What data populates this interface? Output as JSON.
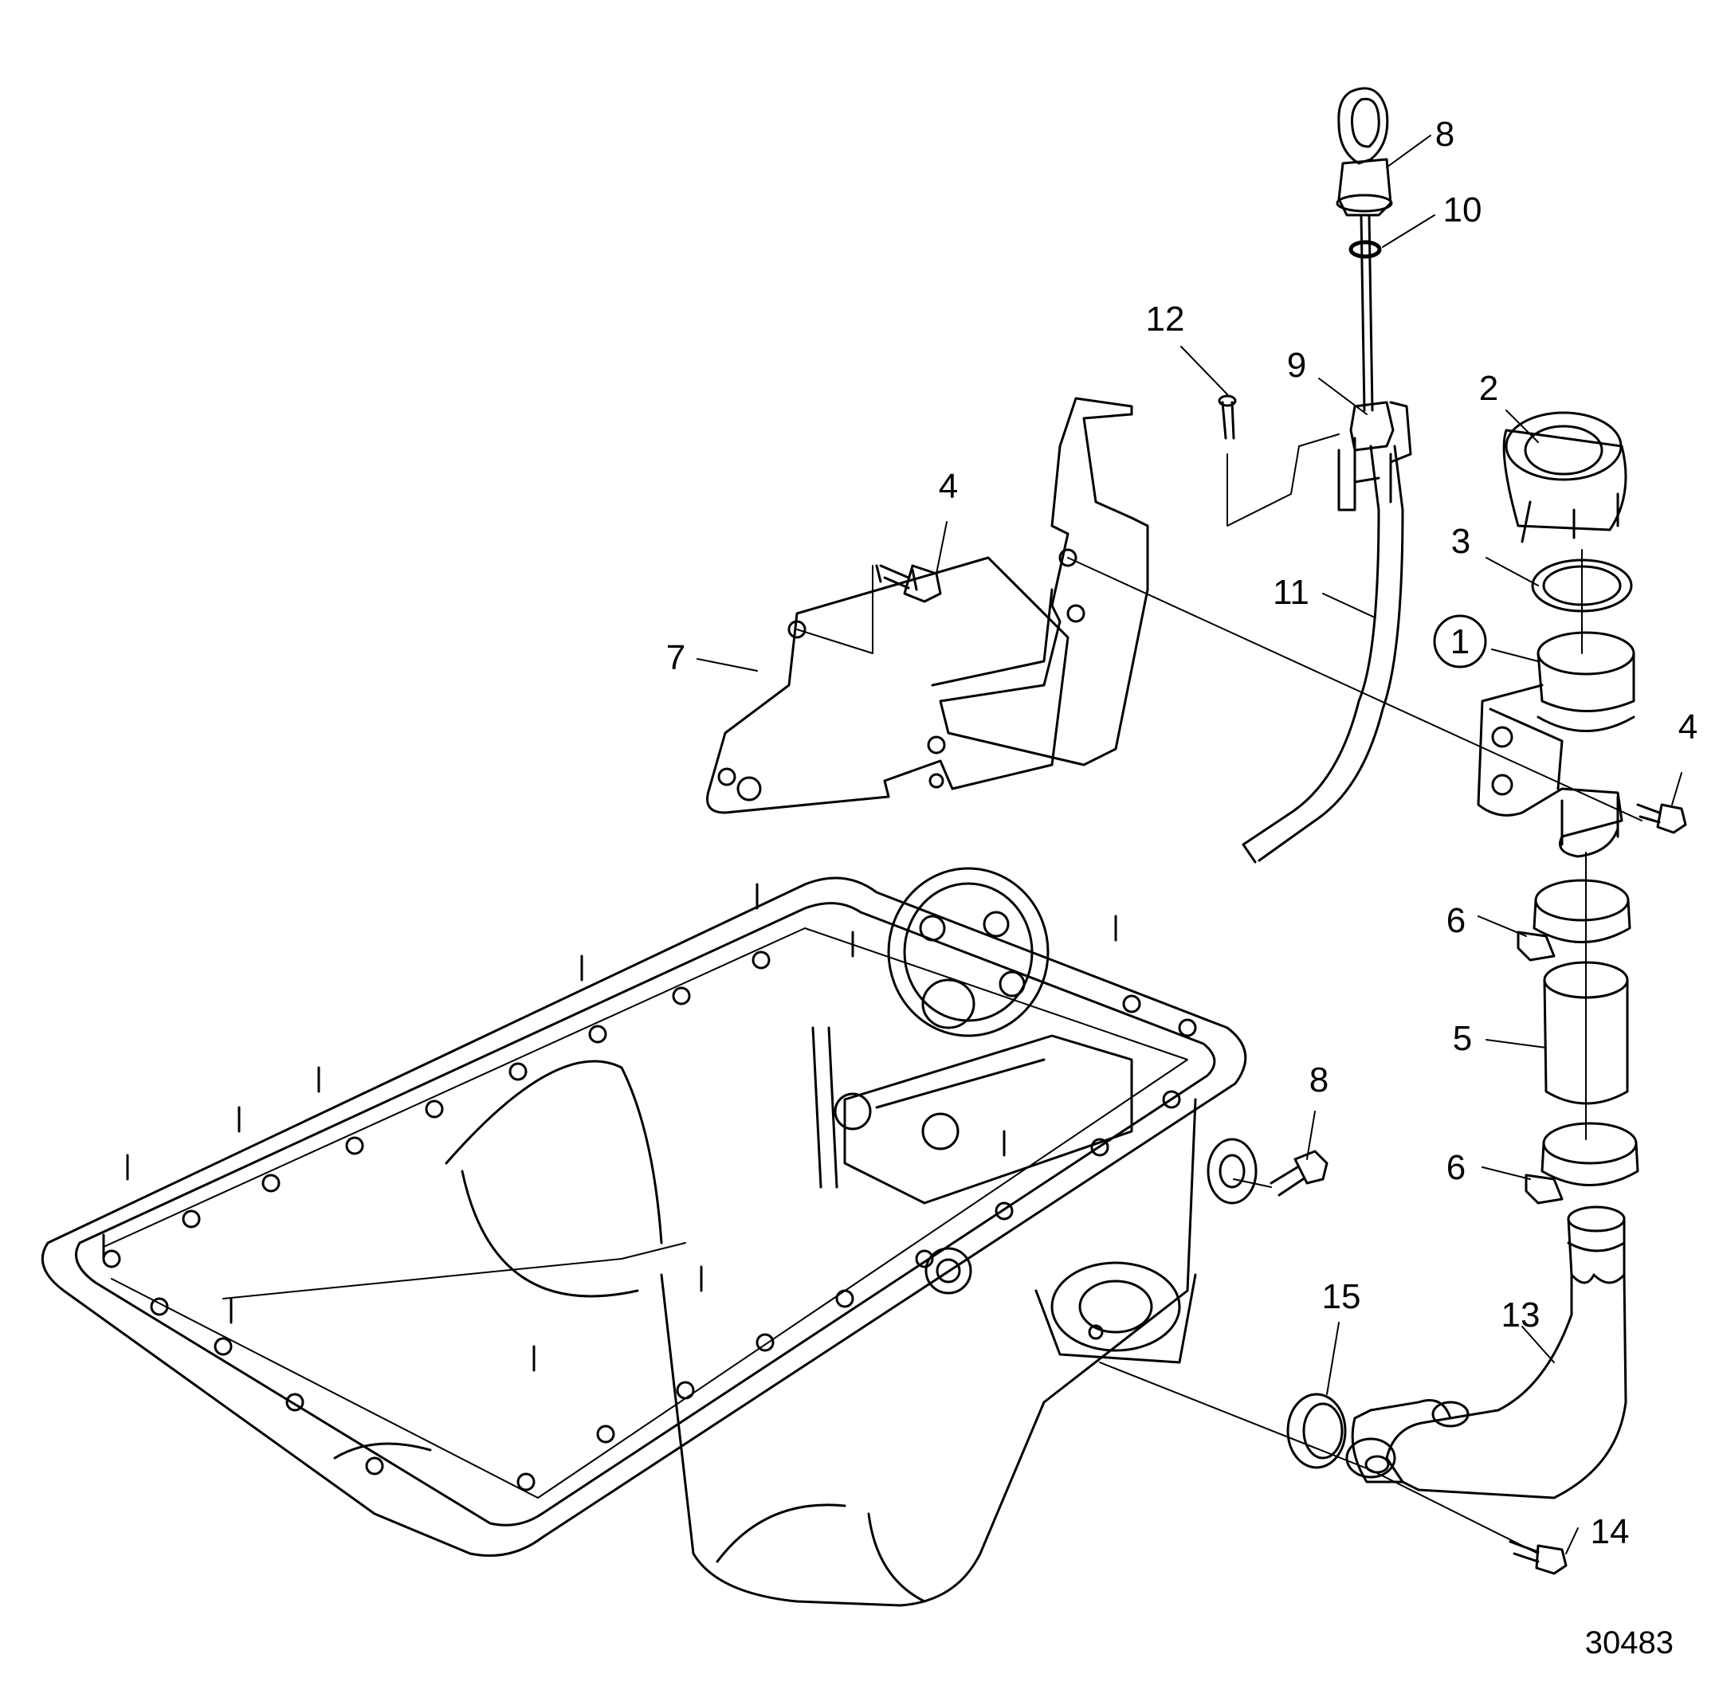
{
  "callouts": [
    {
      "id": "c1",
      "label": "1"
    },
    {
      "id": "c2",
      "label": "2"
    },
    {
      "id": "c3",
      "label": "3"
    },
    {
      "id": "c4a",
      "label": "4"
    },
    {
      "id": "c4b",
      "label": "4"
    },
    {
      "id": "c5",
      "label": "5"
    },
    {
      "id": "c6a",
      "label": "6"
    },
    {
      "id": "c6b",
      "label": "6"
    },
    {
      "id": "c7",
      "label": "7"
    },
    {
      "id": "c8a",
      "label": "8"
    },
    {
      "id": "c8b",
      "label": "8"
    },
    {
      "id": "c9",
      "label": "9"
    },
    {
      "id": "c10",
      "label": "10"
    },
    {
      "id": "c11",
      "label": "11"
    },
    {
      "id": "c12",
      "label": "12"
    },
    {
      "id": "c13",
      "label": "13"
    },
    {
      "id": "c14",
      "label": "14"
    },
    {
      "id": "c15",
      "label": "15"
    }
  ],
  "reference_number": "30483"
}
